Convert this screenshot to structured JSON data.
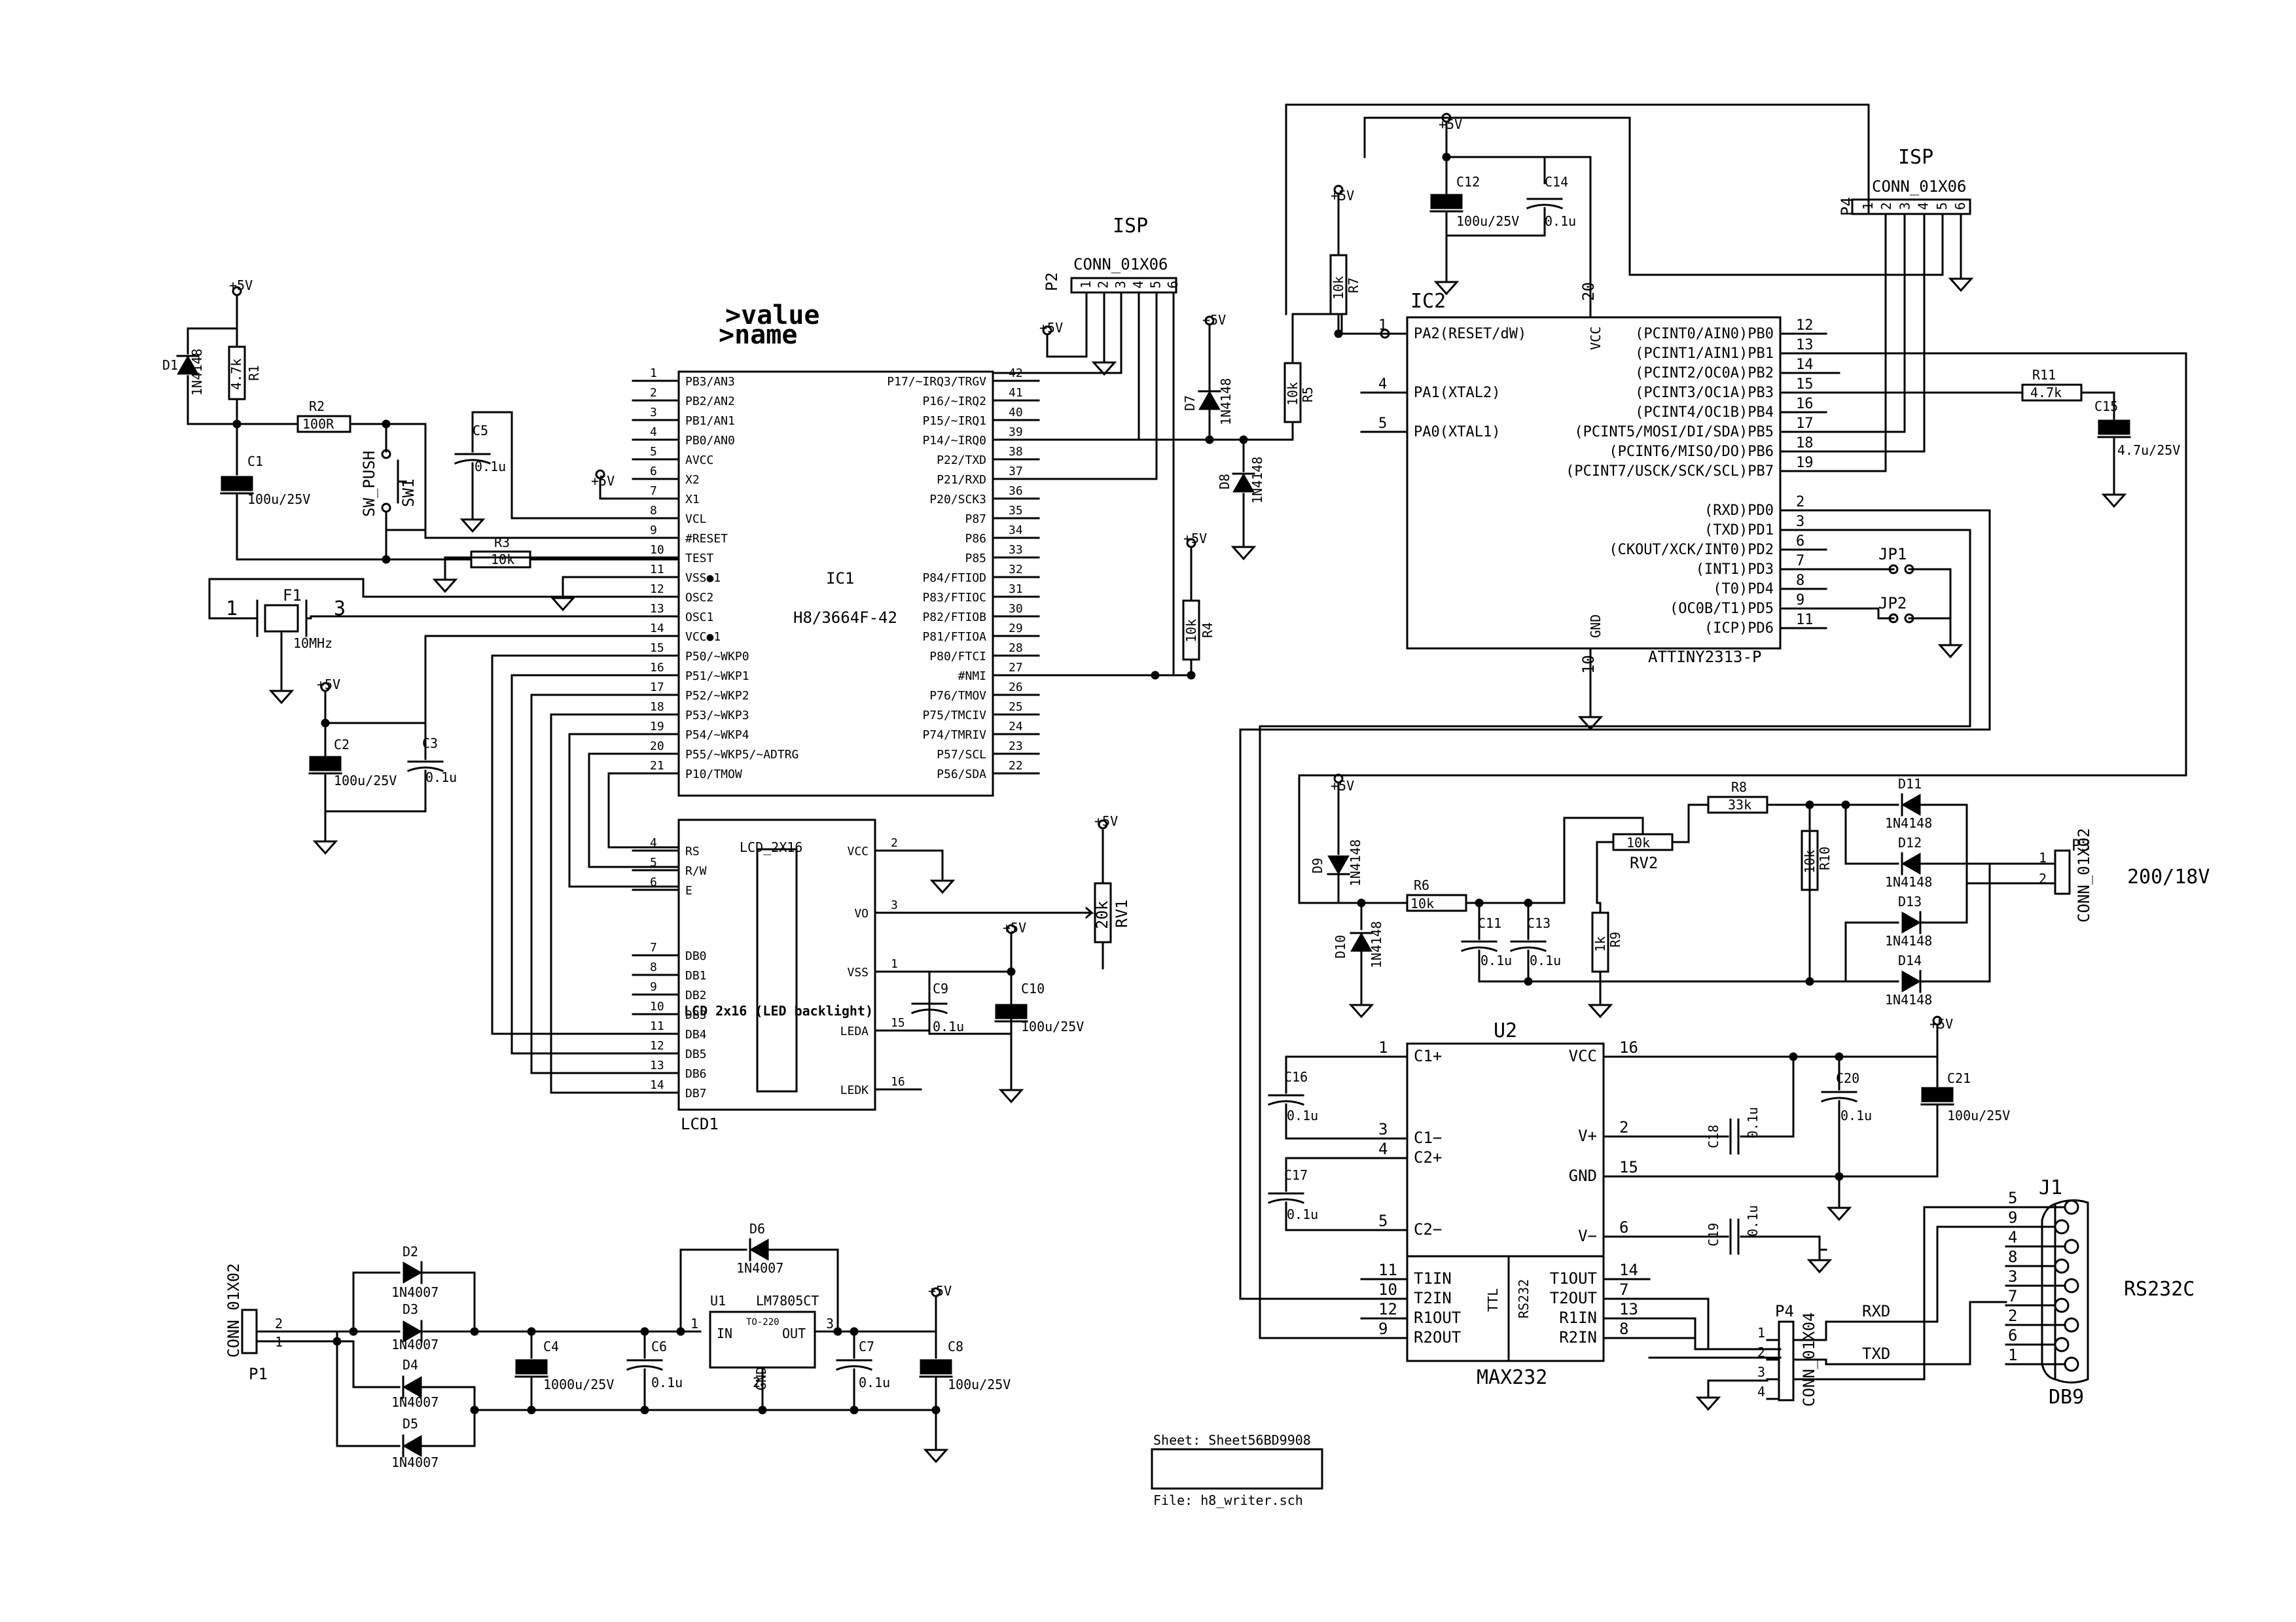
{
  "watermark": {
    "line1": ">value",
    "line2": ">name"
  },
  "supply_label": "+5V",
  "ic1": {
    "ref": "IC1",
    "value": "H8/3664F-42",
    "left_pins": [
      [
        "1",
        "PB3/AN3"
      ],
      [
        "2",
        "PB2/AN2"
      ],
      [
        "3",
        "PB1/AN1"
      ],
      [
        "4",
        "PB0/AN0"
      ],
      [
        "5",
        "AVCC"
      ],
      [
        "6",
        "X2"
      ],
      [
        "7",
        "X1"
      ],
      [
        "8",
        "VCL"
      ],
      [
        "9",
        "#RESET"
      ],
      [
        "10",
        "TEST"
      ],
      [
        "11",
        "VSS●1"
      ],
      [
        "12",
        "OSC2"
      ],
      [
        "13",
        "OSC1"
      ],
      [
        "14",
        "VCC●1"
      ],
      [
        "15",
        "P50/~WKP0"
      ],
      [
        "16",
        "P51/~WKP1"
      ],
      [
        "17",
        "P52/~WKP2"
      ],
      [
        "18",
        "P53/~WKP3"
      ],
      [
        "19",
        "P54/~WKP4"
      ],
      [
        "20",
        "P55/~WKP5/~ADTRG"
      ],
      [
        "21",
        "P10/TMOW"
      ]
    ],
    "right_pins": [
      [
        "42",
        "P17/~IRQ3/TRGV"
      ],
      [
        "41",
        "P16/~IRQ2"
      ],
      [
        "40",
        "P15/~IRQ1"
      ],
      [
        "39",
        "P14/~IRQ0"
      ],
      [
        "38",
        "P22/TXD"
      ],
      [
        "37",
        "P21/RXD"
      ],
      [
        "36",
        "P20/SCK3"
      ],
      [
        "35",
        "P87"
      ],
      [
        "34",
        "P86"
      ],
      [
        "33",
        "P85"
      ],
      [
        "32",
        "P84/FTIOD"
      ],
      [
        "31",
        "P83/FTIOC"
      ],
      [
        "30",
        "P82/FTIOB"
      ],
      [
        "29",
        "P81/FTIOA"
      ],
      [
        "28",
        "P80/FTCI"
      ],
      [
        "27",
        "#NMI"
      ],
      [
        "26",
        "P76/TMOV"
      ],
      [
        "25",
        "P75/TMCIV"
      ],
      [
        "24",
        "P74/TMRIV"
      ],
      [
        "23",
        "P57/SCL"
      ],
      [
        "22",
        "P56/SDA"
      ]
    ]
  },
  "ic2": {
    "ref": "IC2",
    "value": "ATTINY2313-P",
    "vcc_label": "VCC",
    "vcc_pin": "20",
    "gnd_label": "GND",
    "gnd_pin": "10",
    "left_pins": [
      [
        "1",
        "PA2(RESET/dW)"
      ],
      [
        "4",
        "PA1(XTAL2)"
      ],
      [
        "5",
        "PA0(XTAL1)"
      ]
    ],
    "right_pins": [
      [
        "12",
        "(PCINT0/AIN0)PB0"
      ],
      [
        "13",
        "(PCINT1/AIN1)PB1"
      ],
      [
        "14",
        "(PCINT2/OC0A)PB2"
      ],
      [
        "15",
        "(PCINT3/OC1A)PB3"
      ],
      [
        "16",
        "(PCINT4/OC1B)PB4"
      ],
      [
        "17",
        "(PCINT5/MOSI/DI/SDA)PB5"
      ],
      [
        "18",
        "(PCINT6/MISO/DO)PB6"
      ],
      [
        "19",
        "(PCINT7/USCK/SCK/SCL)PB7"
      ],
      [
        "2",
        "(RXD)PD0"
      ],
      [
        "3",
        "(TXD)PD1"
      ],
      [
        "6",
        "(CKOUT/XCK/INT0)PD2"
      ],
      [
        "7",
        "(INT1)PD3"
      ],
      [
        "8",
        "(T0)PD4"
      ],
      [
        "9",
        "(OC0B/T1)PD5"
      ],
      [
        "11",
        "(ICP)PD6"
      ]
    ]
  },
  "lcd": {
    "ref": "LCD1",
    "value": "LCD_2X16",
    "overlay": "LCD 2x16 (LED backlight)",
    "left_pins": [
      [
        "4",
        "RS"
      ],
      [
        "5",
        "R/W"
      ],
      [
        "6",
        "E"
      ],
      [
        "7",
        "DB0"
      ],
      [
        "8",
        "DB1"
      ],
      [
        "9",
        "DB2"
      ],
      [
        "10",
        "DB3"
      ],
      [
        "11",
        "DB4"
      ],
      [
        "12",
        "DB5"
      ],
      [
        "13",
        "DB6"
      ],
      [
        "14",
        "DB7"
      ]
    ],
    "right_pins": [
      [
        "2",
        "VCC"
      ],
      [
        "3",
        "VO"
      ],
      [
        "1",
        "VSS"
      ],
      [
        "15",
        "LEDA"
      ],
      [
        "16",
        "LEDK"
      ]
    ]
  },
  "u2": {
    "ref": "U2",
    "value": "MAX232",
    "ttl": "TTL",
    "rs232": "RS232",
    "left_pins": [
      [
        "1",
        "C1+"
      ],
      [
        "3",
        "C1−"
      ],
      [
        "4",
        "C2+"
      ],
      [
        "5",
        "C2−"
      ],
      [
        "11",
        "T1IN"
      ],
      [
        "10",
        "T2IN"
      ],
      [
        "12",
        "R1OUT"
      ],
      [
        "9",
        "R2OUT"
      ]
    ],
    "right_pins": [
      [
        "16",
        "VCC"
      ],
      [
        "2",
        "V+"
      ],
      [
        "15",
        "GND"
      ],
      [
        "6",
        "V−"
      ],
      [
        "14",
        "T1OUT"
      ],
      [
        "7",
        "T2OUT"
      ],
      [
        "13",
        "R1IN"
      ],
      [
        "8",
        "R2IN"
      ]
    ]
  },
  "u1": {
    "ref": "U1",
    "value": "LM7805CT",
    "pkg": "TO-220",
    "in": "IN",
    "out": "OUT",
    "gnd": "GND",
    "pin_in": "1",
    "pin_gnd": "2",
    "pin_out": "3"
  },
  "isp_left": {
    "title": "ISP",
    "ref": "P2",
    "value": "CONN_01X06",
    "pins": [
      "1",
      "2",
      "3",
      "4",
      "5",
      "6"
    ]
  },
  "isp_right": {
    "title": "ISP",
    "ref": "P4",
    "value": "CONN_01X06",
    "pins": [
      "1",
      "2",
      "3",
      "4",
      "5",
      "6"
    ]
  },
  "p1": {
    "ref": "P1",
    "value": "CONN_01X02",
    "pins": [
      "2",
      "1"
    ]
  },
  "p3": {
    "ref": "P3",
    "value": "CONN_01X02",
    "pins": [
      "1",
      "2"
    ],
    "note": "200/18V"
  },
  "p4b": {
    "ref": "P4",
    "value": "CONN_01X04",
    "pins": [
      "1",
      "2",
      "3",
      "4"
    ]
  },
  "db9": {
    "ref": "J1",
    "value": "DB9",
    "note": "RS232C",
    "pins": [
      "5",
      "9",
      "4",
      "8",
      "3",
      "7",
      "2",
      "6",
      "1"
    ]
  },
  "nets": {
    "rxd": "RXD",
    "txd": "TXD"
  },
  "jumpers": {
    "jp1": "JP1",
    "jp2": "JP2"
  },
  "resistors": {
    "r1": [
      "R1",
      "4.7k"
    ],
    "r2": [
      "R2",
      "100R"
    ],
    "r3": [
      "R3",
      "10k"
    ],
    "r4": [
      "R4",
      "10k"
    ],
    "r5": [
      "R5",
      "10k"
    ],
    "r6": [
      "R6",
      "10k"
    ],
    "r7": [
      "R7",
      "10k"
    ],
    "r8": [
      "R8",
      "33k"
    ],
    "r9": [
      "R9",
      "1k"
    ],
    "r10": [
      "R10",
      "10k"
    ],
    "r11": [
      "R11",
      "4.7k"
    ],
    "rv1": [
      "RV1",
      "20k"
    ],
    "rv2": [
      "RV2",
      "10k"
    ]
  },
  "caps": {
    "c1": [
      "C1",
      "100u/25V"
    ],
    "c2": [
      "C2",
      "100u/25V"
    ],
    "c3": [
      "C3",
      "0.1u"
    ],
    "c4": [
      "C4",
      "1000u/25V"
    ],
    "c5": [
      "C5",
      "0.1u"
    ],
    "c6": [
      "C6",
      "0.1u"
    ],
    "c7": [
      "C7",
      "0.1u"
    ],
    "c8": [
      "C8",
      "100u/25V"
    ],
    "c9": [
      "C9",
      "0.1u"
    ],
    "c10": [
      "C10",
      "100u/25V"
    ],
    "c11": [
      "C11",
      "0.1u"
    ],
    "c12": [
      "C12",
      "100u/25V"
    ],
    "c13": [
      "C13",
      "0.1u"
    ],
    "c14": [
      "C14",
      "0.1u"
    ],
    "c15": [
      "C15",
      "4.7u/25V"
    ],
    "c16": [
      "C16",
      "0.1u"
    ],
    "c17": [
      "C17",
      "0.1u"
    ],
    "c18": [
      "C18",
      "0.1u"
    ],
    "c19": [
      "C19",
      "0.1u"
    ],
    "c20": [
      "C20",
      "0.1u"
    ],
    "c21": [
      "C21",
      "100u/25V"
    ]
  },
  "diodes": {
    "d1": [
      "D1",
      "1N4148"
    ],
    "d2": [
      "D2",
      "1N4007"
    ],
    "d3": [
      "D3",
      "1N4007"
    ],
    "d4": [
      "D4",
      "1N4007"
    ],
    "d5": [
      "D5",
      "1N4007"
    ],
    "d6": [
      "D6",
      "1N4007"
    ],
    "d7": [
      "D7",
      "1N4148"
    ],
    "d8": [
      "D8",
      "1N4148"
    ],
    "d9": [
      "D9",
      "1N4148"
    ],
    "d10": [
      "D10",
      "1N4148"
    ],
    "d11": [
      "D11",
      "1N4148"
    ],
    "d12": [
      "D12",
      "1N4148"
    ],
    "d13": [
      "D13",
      "1N4148"
    ],
    "d14": [
      "D14",
      "1N4148"
    ]
  },
  "sw1": {
    "ref": "SW1",
    "value": "SW_PUSH"
  },
  "f1": {
    "ref": "F1",
    "value": "10MHz",
    "pin1": "1",
    "pin3": "3"
  },
  "sheet": {
    "name": "Sheet: Sheet56BD9908",
    "file": "File: h8_writer.sch"
  }
}
